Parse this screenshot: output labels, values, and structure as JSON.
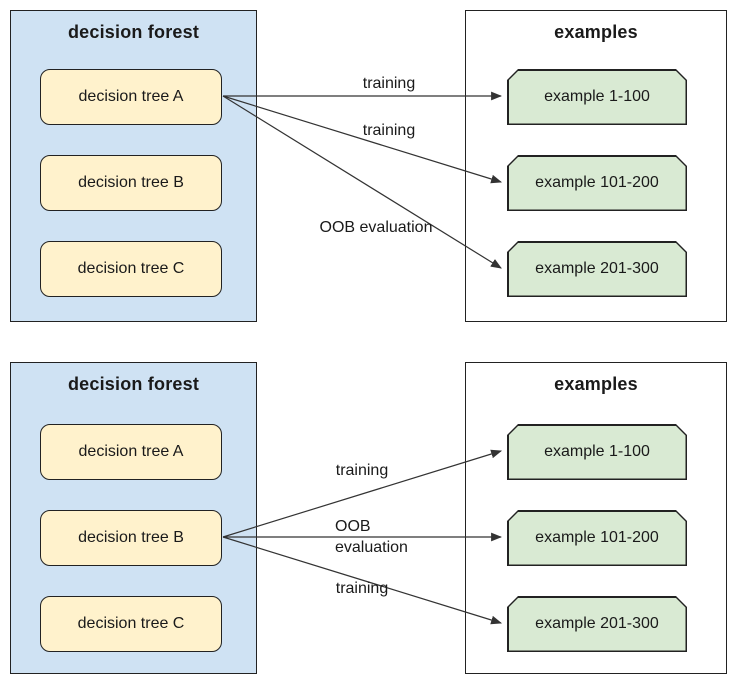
{
  "diagrams": [
    {
      "forest": {
        "title": "decision forest",
        "trees": [
          "decision tree A",
          "decision tree B",
          "decision tree C"
        ]
      },
      "examples": {
        "title": "examples",
        "items": [
          "example 1-100",
          "example 101-200",
          "example 201-300"
        ]
      },
      "arrows": [
        {
          "from": "decision tree A",
          "to": "example 1-100",
          "label": "training"
        },
        {
          "from": "decision tree A",
          "to": "example 101-200",
          "label": "training"
        },
        {
          "from": "decision tree A",
          "to": "example 201-300",
          "label": "OOB evaluation"
        }
      ]
    },
    {
      "forest": {
        "title": "decision forest",
        "trees": [
          "decision tree A",
          "decision tree B",
          "decision tree C"
        ]
      },
      "examples": {
        "title": "examples",
        "items": [
          "example 1-100",
          "example 101-200",
          "example 201-300"
        ]
      },
      "arrows": [
        {
          "from": "decision tree B",
          "to": "example 1-100",
          "label": "training"
        },
        {
          "from": "decision tree B",
          "to": "example 101-200",
          "label": "OOB evaluation"
        },
        {
          "from": "decision tree B",
          "to": "example 201-300",
          "label": "training"
        }
      ]
    }
  ],
  "colors": {
    "forest_panel_fill": "#cfe2f3",
    "examples_panel_fill": "#ffffff",
    "tree_node_fill": "#fff2cc",
    "example_node_fill": "#d9ead3",
    "panel_border": "#222222",
    "arrow_stroke": "#333333",
    "text": "#1a1a1a",
    "page_bg": "#ffffff"
  }
}
